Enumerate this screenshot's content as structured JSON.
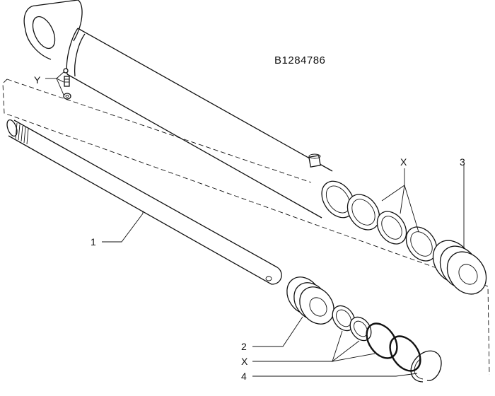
{
  "drawing_code": "B1284786",
  "callouts": {
    "y": "Y",
    "x_top": "X",
    "three": "3",
    "one": "1",
    "two": "2",
    "x_bottom": "X",
    "four": "4"
  },
  "colors": {
    "ink": "#111111",
    "paper": "#ffffff"
  }
}
